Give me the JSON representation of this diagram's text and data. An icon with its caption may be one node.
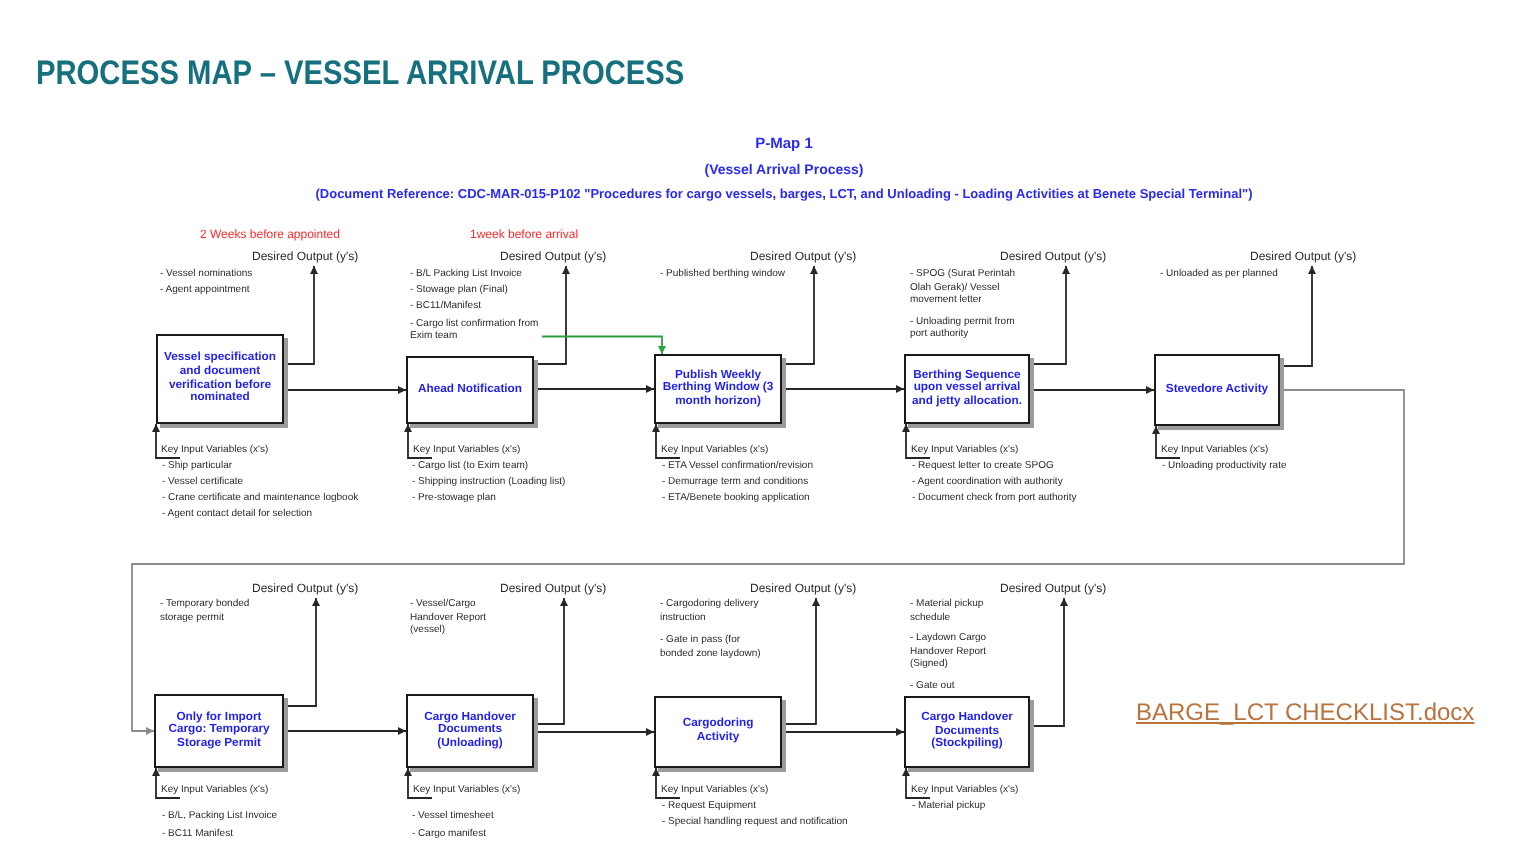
{
  "diagram": {
    "title": "PROCESS MAP – VESSEL ARRIVAL PROCESS",
    "nodes": [
      {
        "text": [
          "Desired Output (y's)"
        ],
        "beside": [
          "- Vessel nominations",
          "- Agent appointment"
        ]
      },
      {
        "text": [
          "Vessel specification and document verification before nominated"
        ]
      },
      {
        "text": [
          "Key Input Variables (x's)"
        ],
        "beside": [
          "- Ship particular",
          "- Vessel certificate",
          "- Crane certificate and maintenance logbook",
          "- Agent contact detail for selection"
        ]
      },
      {
        "text": [
          "Desired Output (y's)"
        ],
        "beside": [
          "- B/L Packing List Invoice",
          "- Stowage plan (Final)",
          "- BC11/Manifest"
        ]
      },
      {
        "text": [
          "- Cargo list confirmation from Exim team"
        ]
      },
      {
        "text": [
          "Ahead Notification"
        ]
      },
      {
        "text": [
          "Key Input Variables (x's)"
        ],
        "beside": [
          "- Cargo list (to Exim team)",
          "- Shipping instruction (Loading list)",
          "- Pre-stowage plan"
        ]
      },
      {
        "text": [
          "Desired Output (y's)"
        ],
        "beside": [
          "- Published berthing window"
        ]
      },
      {
        "text": [
          "Publish Weekly Berthing Window (3 month horizon)"
        ]
      },
      {
        "text": [
          "Key Input Variables (x's)"
        ],
        "beside": [
          "- ETA Vessel confirmation/revision",
          "- Demurrage term and conditions",
          "- ETA/Benete booking application"
        ]
      },
      {
        "text": [
          "Desired Output (y's)"
        ],
        "beside": [
          "- SPOG (Surat Perintah Olah Gerak)/ Vessel movement letter",
          "- Unloading permit from port authority"
        ]
      },
      {
        "text": [
          "Berthing Sequence upon vessel arrival and jetty allocation."
        ]
      },
      {
        "text": [
          "Key Input Variables (x's)"
        ],
        "beside": [
          "- Request letter to create SPOG",
          "- Agent coordination with authority",
          "- Document check from port authority"
        ]
      },
      {
        "text": [
          "Desired Output (y's)"
        ],
        "beside": [
          "- Unloaded as per planned"
        ]
      },
      {
        "text": [
          "Stevedore Activity"
        ]
      },
      {
        "text": [
          "Key Input Variables (x's)"
        ],
        "beside": [
          "- Unloading productivity rate"
        ]
      },
      {
        "text": [
          "Desired Output (y's)"
        ],
        "beside": [
          "- Temporary bonded storage permit"
        ]
      },
      {
        "text": [
          "Only for Import Cargo: Temporary Storage Permit"
        ]
      },
      {
        "text": [
          "Key Input Variables (x's)"
        ],
        "beside": [
          "- B/L, Packing List Invoice",
          "- BC11 Manifest"
        ]
      },
      {
        "text": [
          "Desired Output (y's)"
        ],
        "beside": [
          "- Vessel/Cargo Handover Report (vessel)"
        ]
      },
      {
        "text": [
          "Cargo Handover Documents (Unloading)"
        ]
      },
      {
        "text": [
          "Key Input Variables (x's)"
        ],
        "beside": [
          "- Vessel timesheet",
          "- Cargo manifest"
        ]
      },
      {
        "text": [
          "Desired Output (y's)"
        ],
        "beside": [
          "- Cargodoring delivery instruction",
          "- Gate in pass (for bonded zone laydown)"
        ]
      },
      {
        "text": [
          "Cargodoring Activity"
        ]
      },
      {
        "text": [
          "Key Input Variables (x's)"
        ],
        "beside": [
          "- Request Equipment",
          "- Special handling request and notification"
        ]
      },
      {
        "text": [
          "Desired Output (y's)"
        ],
        "beside": [
          "- Material pickup schedule",
          "- Laydown Cargo Handover Report (Signed)",
          "- Gate out"
        ]
      },
      {
        "text": [
          "Cargo Handover Documents (Stockpiling)"
        ]
      },
      {
        "text": [
          "Key Input Variables (x's)"
        ],
        "beside": [
          "- Material pickup"
        ]
      }
    ],
    "edges": [
      {
        "from": 1,
        "to": 5,
        "arrow": "to"
      },
      {
        "from": 5,
        "to": 8,
        "arrow": "to"
      },
      {
        "from": 8,
        "to": 11,
        "arrow": "to"
      },
      {
        "from": 11,
        "to": 14,
        "arrow": "to"
      },
      {
        "from": 14,
        "to": 17,
        "arrow": "to",
        "color": "#8c8c8c"
      },
      {
        "from": 17,
        "to": 20,
        "arrow": "to"
      },
      {
        "from": 20,
        "to": 23,
        "arrow": "to"
      },
      {
        "from": 23,
        "to": 26,
        "arrow": "to"
      },
      {
        "from": 1,
        "to": 0,
        "arrow": "to"
      },
      {
        "from": 5,
        "to": 3,
        "arrow": "to"
      },
      {
        "from": 8,
        "to": 7,
        "arrow": "to"
      },
      {
        "from": 11,
        "to": 10,
        "arrow": "to"
      },
      {
        "from": 14,
        "to": 13,
        "arrow": "to"
      },
      {
        "from": 17,
        "to": 16,
        "arrow": "to"
      },
      {
        "from": 20,
        "to": 19,
        "arrow": "to"
      },
      {
        "from": 23,
        "to": 22,
        "arrow": "to"
      },
      {
        "from": 26,
        "to": 25,
        "arrow": "to"
      },
      {
        "from": 2,
        "to": 1,
        "arrow": "to"
      },
      {
        "from": 6,
        "to": 5,
        "arrow": "to"
      },
      {
        "from": 9,
        "to": 8,
        "arrow": "to"
      },
      {
        "from": 12,
        "to": 11,
        "arrow": "to"
      },
      {
        "from": 15,
        "to": 14,
        "arrow": "to"
      },
      {
        "from": 18,
        "to": 17,
        "arrow": "to"
      },
      {
        "from": 21,
        "to": 20,
        "arrow": "to"
      },
      {
        "from": 24,
        "to": 23,
        "arrow": "to"
      },
      {
        "from": 27,
        "to": 26,
        "arrow": "to"
      },
      {
        "from": 4,
        "to": 8,
        "arrow": "to",
        "color": "#2e9e44"
      }
    ],
    "labels": [
      "P-Map 1",
      "(Vessel Arrival Process)",
      "(Document Reference: CDC-MAR-015-P102 \"Procedures for cargo vessels, barges, LCT, and Unloading - Loading Activities at Benete Special Terminal\")",
      "2 Weeks before appointed",
      "1week before arrival",
      "BARGE_LCT CHECKLIST.docx"
    ]
  }
}
